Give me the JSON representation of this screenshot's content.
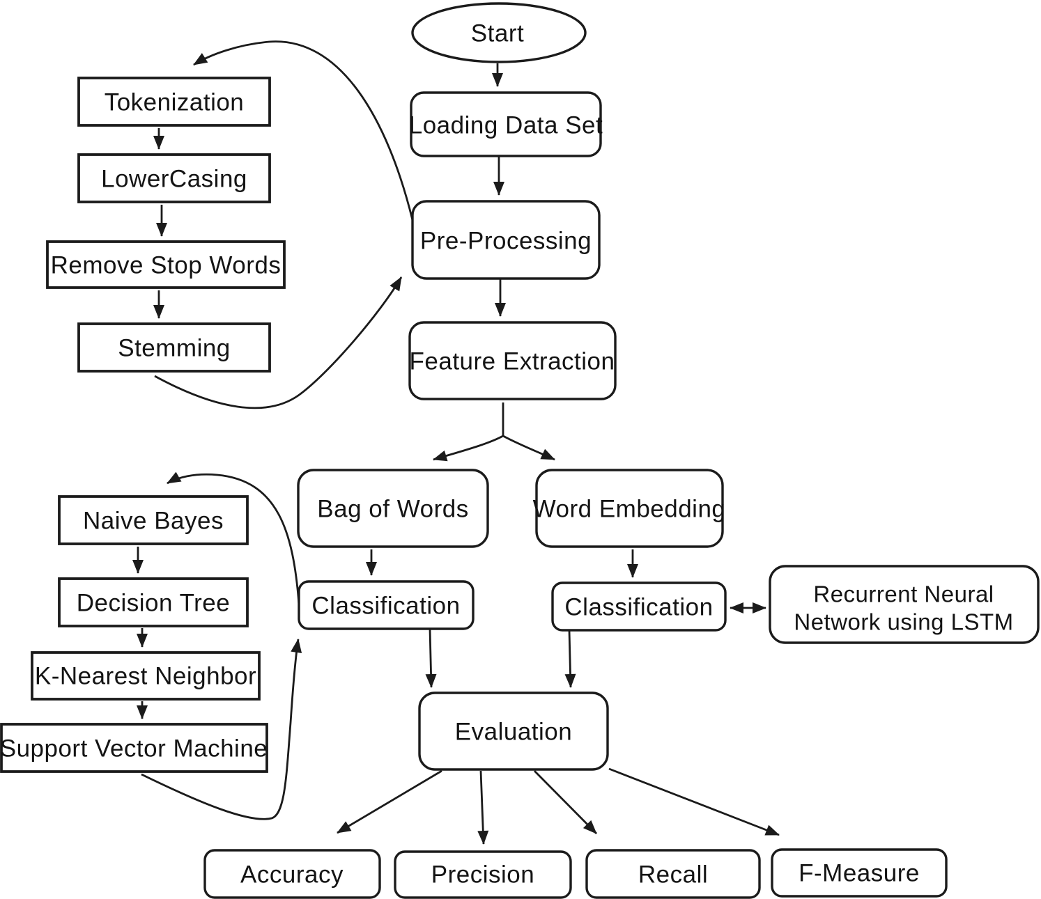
{
  "diagram": {
    "kind": "flowchart",
    "colors": {
      "stroke": "#1b1b1b",
      "text": "#141414",
      "background": "#ffffff"
    },
    "nodes": {
      "start": {
        "label": "Start",
        "shape": "ellipse"
      },
      "loading": {
        "label": "Loading Data Set",
        "shape": "rounded-rect"
      },
      "preprocessing": {
        "label": "Pre-Processing",
        "shape": "rounded-rect"
      },
      "feature_extraction": {
        "label": "Feature Extraction",
        "shape": "rounded-rect"
      },
      "tokenization": {
        "label": "Tokenization",
        "shape": "rect"
      },
      "lowercasing": {
        "label": "LowerCasing",
        "shape": "rect"
      },
      "remove_stop_words": {
        "label": "Remove Stop Words",
        "shape": "rect"
      },
      "stemming": {
        "label": "Stemming",
        "shape": "rect"
      },
      "bag_of_words": {
        "label": "Bag of Words",
        "shape": "rounded-rect"
      },
      "word_embedding": {
        "label": "Word Embedding",
        "shape": "rounded-rect"
      },
      "classification_bow": {
        "label": "Classification",
        "shape": "rounded-rect"
      },
      "classification_we": {
        "label": "Classification",
        "shape": "rounded-rect"
      },
      "rnn_lstm": {
        "label_line1": "Recurrent Neural",
        "label_line2": "Network using LSTM",
        "shape": "rounded-rect"
      },
      "naive_bayes": {
        "label": "Naive Bayes",
        "shape": "rect"
      },
      "decision_tree": {
        "label": "Decision Tree",
        "shape": "rect"
      },
      "k_nearest_neighbor": {
        "label": "K-Nearest Neighbor",
        "shape": "rect"
      },
      "support_vector_machine": {
        "label": "Support Vector Machine",
        "shape": "rect"
      },
      "evaluation": {
        "label": "Evaluation",
        "shape": "rounded-rect"
      },
      "accuracy": {
        "label": "Accuracy",
        "shape": "rounded-rect"
      },
      "precision": {
        "label": "Precision",
        "shape": "rounded-rect"
      },
      "recall": {
        "label": "Recall",
        "shape": "rounded-rect"
      },
      "f_measure": {
        "label": "F-Measure",
        "shape": "rounded-rect"
      }
    },
    "edges": [
      "start->loading",
      "loading->preprocessing",
      "preprocessing->feature_extraction",
      "preprocessing->tokenization (curved loop)",
      "tokenization->lowercasing",
      "lowercasing->remove_stop_words",
      "remove_stop_words->stemming",
      "stemming->preprocessing (curved loop)",
      "feature_extraction->bag_of_words",
      "feature_extraction->word_embedding",
      "bag_of_words->classification_bow",
      "word_embedding->classification_we",
      "classification_bow->naive_bayes (curved loop)",
      "naive_bayes->decision_tree",
      "decision_tree->k_nearest_neighbor",
      "k_nearest_neighbor->support_vector_machine",
      "support_vector_machine->classification_bow (curved loop)",
      "classification_we<->rnn_lstm (double arrow)",
      "classification_bow->evaluation",
      "classification_we->evaluation",
      "evaluation->accuracy",
      "evaluation->precision",
      "evaluation->recall",
      "evaluation->f_measure"
    ]
  }
}
